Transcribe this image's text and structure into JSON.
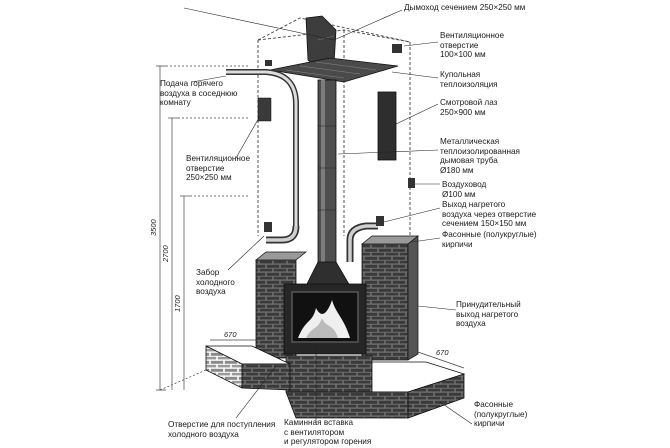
{
  "labels": {
    "chimney": "Дымоход сечением 250×250 мм",
    "vent_top": "Вентиляционное\nотверстие\n100×100 мм",
    "dome_insulation": "Купольная\nтеплоизоляция",
    "inspection_hatch": "Смотровой лаз\n250×900 мм",
    "metal_pipe": "Металлическая\nтеплоизолированная\nдымовая труба\nØ180 мм",
    "air_duct": "Воздуховод\nØ100 мм",
    "hot_air_outlet": "Выход нагретого\nвоздуха через отверстие\nсечением 150×150 мм",
    "shaped_bricks_top": "Фасонные (полукруглые)\nкирпичи",
    "forced_outlet": "Принудительный\nвыход нагретого\nвоздуха",
    "shaped_bricks_bottom": "Фасонные\n(полукруглые)\nкирпичи",
    "hot_air_supply": "Подача горячего\nвоздуха в соседнюю\nкомнату",
    "vent_side": "Вентиляционное\nотверстие\n250×250 мм",
    "cold_air_intake": "Забор\nхолодного\nвоздуха",
    "cold_air_inlet": "Отверстие для поступления\nхолодного воздуха",
    "fireplace_insert": "Каминная вставка\nс вентилятором\nи регулятором горения"
  },
  "dimensions": {
    "h_total": "3500",
    "h_mid": "2700",
    "h_low": "1700",
    "w_left": "670",
    "w_right": "670"
  }
}
